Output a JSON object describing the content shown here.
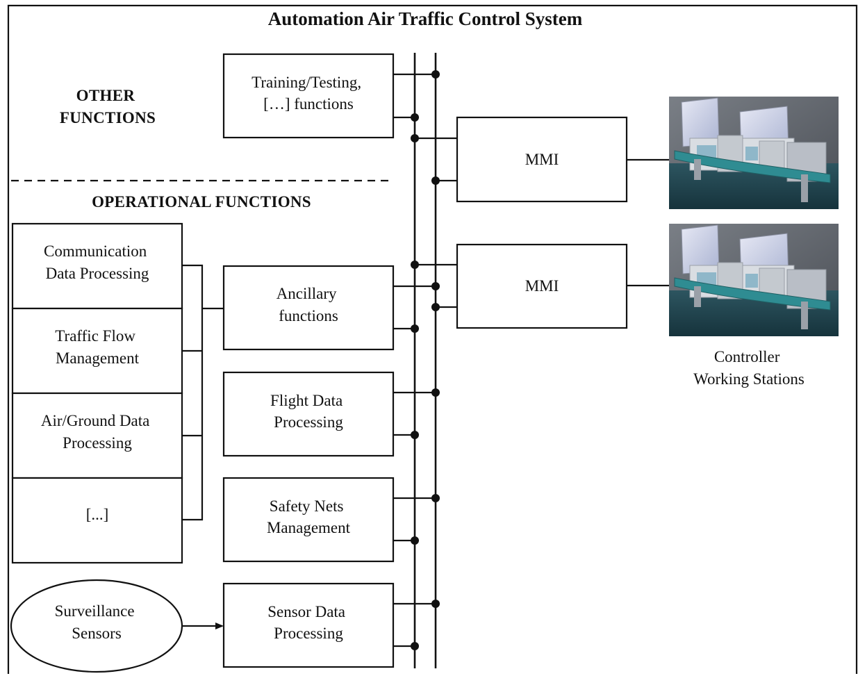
{
  "title": "Automation Air Traffic Control System",
  "sections": {
    "other": [
      "OTHER",
      "FUNCTIONS"
    ],
    "operational": "OPERATIONAL FUNCTIONS"
  },
  "left_stack": [
    [
      "Communication",
      "Data Processing"
    ],
    [
      "Traffic Flow",
      "Management"
    ],
    [
      "Air/Ground Data",
      "Processing"
    ],
    [
      "[...]"
    ]
  ],
  "middle": {
    "training": [
      "Training/Testing,",
      "[…] functions"
    ],
    "ancillary": [
      "Ancillary",
      "functions"
    ],
    "flight": [
      "Flight Data",
      "Processing"
    ],
    "safety": [
      "Safety Nets",
      "Management"
    ],
    "sensor": [
      "Sensor Data",
      "Processing"
    ]
  },
  "surveillance": [
    "Surveillance",
    "Sensors"
  ],
  "mmi": [
    "MMI",
    "MMI"
  ],
  "workstations_caption": [
    "Controller",
    "Working Stations"
  ],
  "workstation_images": [
    "workstation-photo",
    "workstation-photo"
  ]
}
